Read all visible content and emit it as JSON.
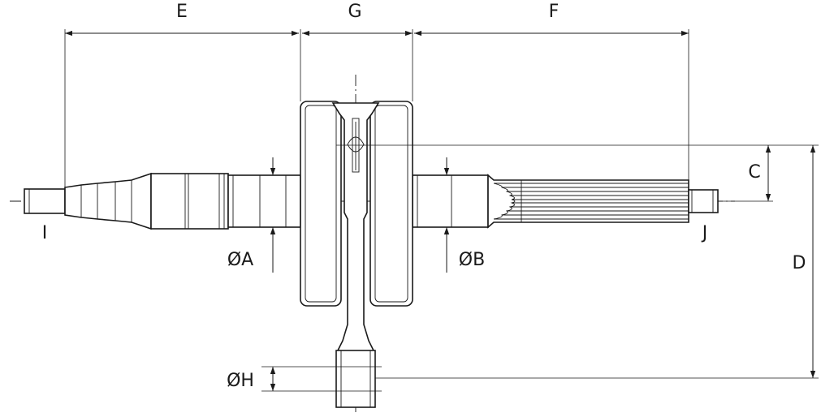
{
  "labels": {
    "E": "E",
    "G": "G",
    "F": "F",
    "C": "C",
    "D": "D",
    "I": "I",
    "J": "J",
    "A": "ØA",
    "B": "ØB",
    "H": "ØH"
  },
  "colors": {
    "line": "#1a1a1a",
    "background": "#ffffff"
  }
}
